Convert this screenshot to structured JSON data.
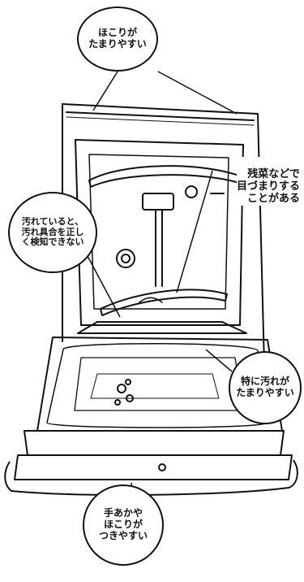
{
  "callouts": {
    "dust_top": "ほこりが\nたまりやすい",
    "food_waste": "残菜などで\n目づまりする\nことがある",
    "dirty_sensor": "汚れていると、\n汚れ具合を正し\nく検知できない",
    "dirt_collect": "特に汚れが\nたまりやすい",
    "hand_marks": "手あかや\nほこりが\nつきやすい"
  }
}
